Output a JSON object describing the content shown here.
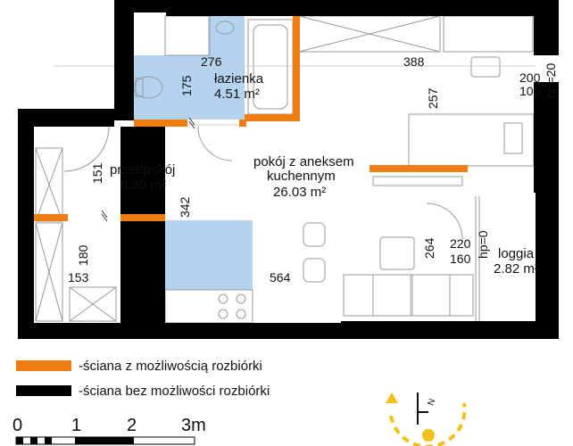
{
  "colors": {
    "wall_removable": "#f07d14",
    "wall_fixed": "#000000",
    "bathroom_fill": "#b3d3ef",
    "compass": "#f2c018"
  },
  "rooms": {
    "bathroom": {
      "name": "łazienka",
      "area": "4.51 m²"
    },
    "hallway": {
      "name": "przedpokój",
      "area": "6.30 m²"
    },
    "living": {
      "name_line1": "pokój z aneksem",
      "name_line2": "kuchennym",
      "area": "26.03 m²"
    },
    "loggia": {
      "name": "loggia",
      "area": "2.82 m²"
    }
  },
  "dimensions": {
    "bath_width": "276",
    "bath_depth": "175",
    "living_top": "388",
    "living_mid": "257",
    "window1_w": "200",
    "window1_h": "100",
    "window1_hp": "hp=20",
    "hall_height1": "151",
    "hall_height2": "180",
    "hall_width": "153",
    "kitchen_height": "342",
    "living_width": "564",
    "door_height": "264",
    "door_w": "220",
    "door_h": "160",
    "door_hp": "hp=0"
  },
  "legend": {
    "removable_label": "-ściana z możliwością rozbiórki",
    "fixed_label": "-ściana bez możliwości rozbiórki"
  },
  "scale": {
    "labels": [
      "0",
      "1",
      "2",
      "3m"
    ]
  },
  "compass": {
    "label": "N"
  }
}
